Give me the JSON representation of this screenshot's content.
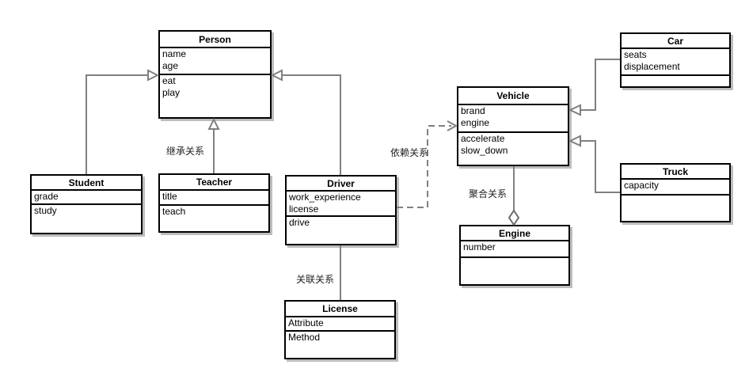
{
  "diagram": {
    "classes": [
      {
        "id": "person",
        "name": "Person",
        "attributes": [
          "name",
          "age"
        ],
        "methods": [
          "eat",
          "play"
        ]
      },
      {
        "id": "student",
        "name": "Student",
        "attributes": [
          "grade"
        ],
        "methods": [
          "study"
        ]
      },
      {
        "id": "teacher",
        "name": "Teacher",
        "attributes": [
          "title"
        ],
        "methods": [
          "teach"
        ]
      },
      {
        "id": "driver",
        "name": "Driver",
        "attributes": [
          "work_experience",
          "license"
        ],
        "methods": [
          "drive"
        ]
      },
      {
        "id": "license",
        "name": "License",
        "attributes": [
          "Attribute"
        ],
        "methods": [
          "Method"
        ]
      },
      {
        "id": "vehicle",
        "name": "Vehicle",
        "attributes": [
          "brand",
          "engine"
        ],
        "methods": [
          "accelerate",
          "slow_down"
        ]
      },
      {
        "id": "engine",
        "name": "Engine",
        "attributes": [
          "number"
        ],
        "methods": []
      },
      {
        "id": "car",
        "name": "Car",
        "attributes": [
          "seats",
          "displacement"
        ],
        "methods": []
      },
      {
        "id": "truck",
        "name": "Truck",
        "attributes": [
          "capacity"
        ],
        "methods": []
      }
    ],
    "relationships": [
      {
        "from": "Student",
        "to": "Person",
        "type": "inheritance"
      },
      {
        "from": "Teacher",
        "to": "Person",
        "type": "inheritance"
      },
      {
        "from": "Driver",
        "to": "Person",
        "type": "inheritance"
      },
      {
        "from": "Driver",
        "to": "License",
        "type": "association"
      },
      {
        "from": "Driver",
        "to": "Vehicle",
        "type": "dependency"
      },
      {
        "from": "Vehicle",
        "to": "Engine",
        "type": "aggregation"
      },
      {
        "from": "Car",
        "to": "Vehicle",
        "type": "inheritance"
      },
      {
        "from": "Truck",
        "to": "Vehicle",
        "type": "inheritance"
      }
    ],
    "edge_labels": {
      "inheritance": "继承关系",
      "dependency": "依赖关系",
      "association": "关联关系",
      "aggregation": "聚合关系"
    },
    "colors": {
      "line": "#808080",
      "box_border": "#000000",
      "box_fill": "#ffffff",
      "shadow": "#bdbdbd",
      "background": "#ffffff"
    }
  }
}
